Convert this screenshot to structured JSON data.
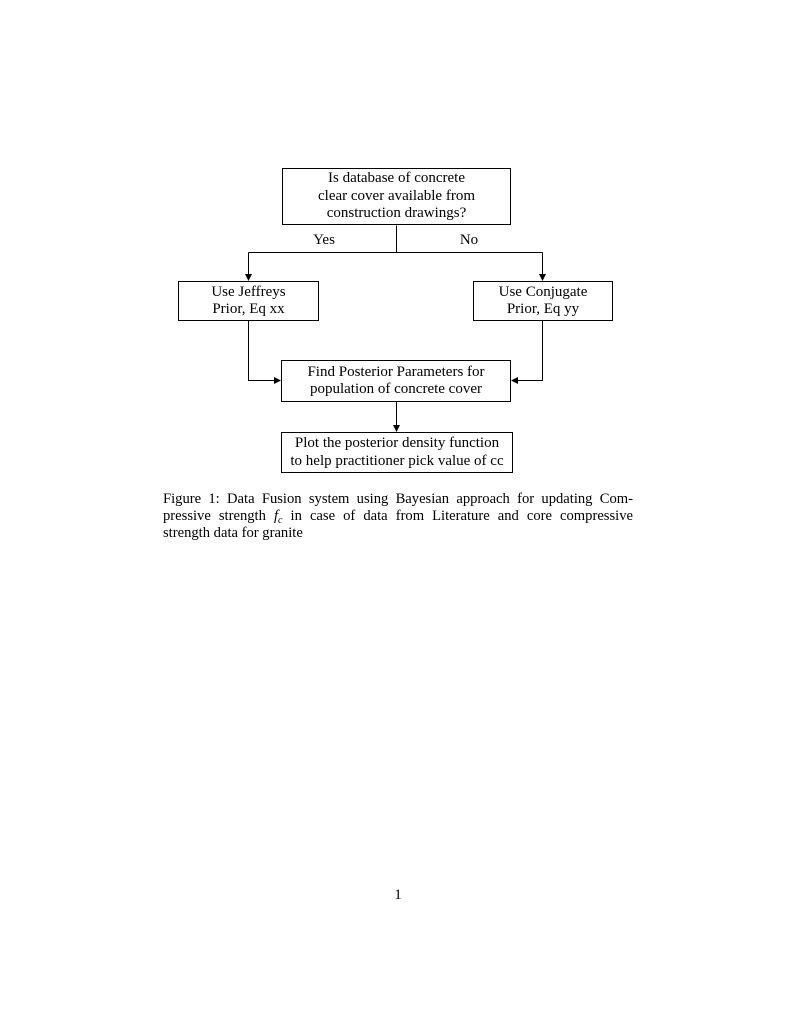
{
  "flowchart": {
    "nodes": {
      "decision": {
        "lines": [
          "Is database of concrete",
          "clear cover available from",
          "construction drawings?"
        ]
      },
      "jeffreys": {
        "lines": [
          "Use Jeffreys",
          "Prior, Eq xx"
        ]
      },
      "conjugate": {
        "lines": [
          "Use Conjugate",
          "Prior, Eq yy"
        ]
      },
      "posterior": {
        "lines": [
          "Find Posterior Parameters for",
          "population of concrete cover"
        ]
      },
      "plot": {
        "lines": [
          "Plot the posterior density function",
          "to help practitioner pick value of cc"
        ]
      }
    },
    "edge_labels": {
      "yes": "Yes",
      "no": "No"
    }
  },
  "caption": {
    "line1": "Figure 1: Data Fusion system using Bayesian approach for updating Com-",
    "line2_before": "pressive strength",
    "math_var": "f",
    "math_sub": "c",
    "line2_after": "in case of data from Literature and core compressive",
    "line3": "strength data for granite"
  },
  "footer": {
    "page_number": "1"
  },
  "colors": {
    "ink": "#000000",
    "background": "#ffffff"
  }
}
